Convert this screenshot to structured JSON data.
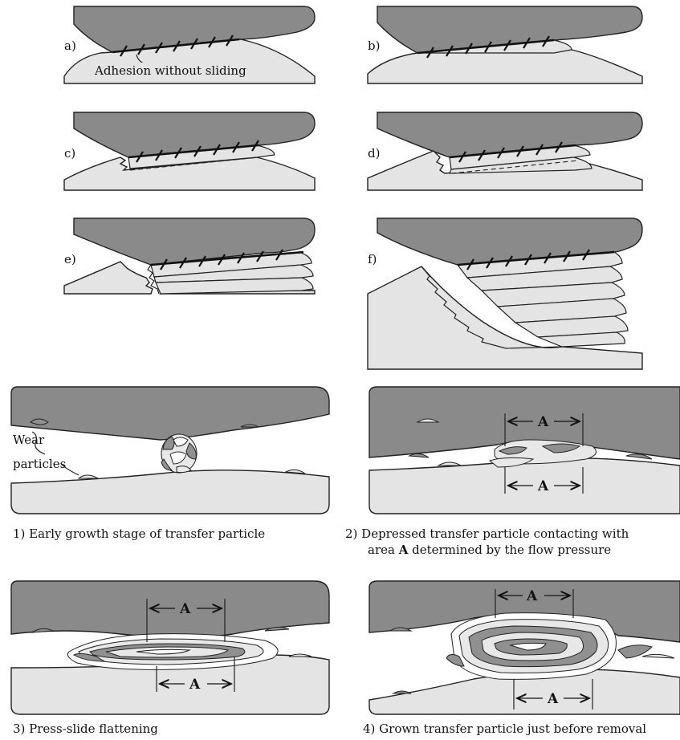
{
  "panel_letters": {
    "a": "a)",
    "b": "b)",
    "c": "c)",
    "d": "d)",
    "e": "e)",
    "f": "f)"
  },
  "annotations": {
    "adhesion": "Adhesion without sliding",
    "wear": "Wear",
    "particles": "particles"
  },
  "area_mark": "A",
  "captions": {
    "c1": "1)  Early growth stage of transfer particle",
    "c2_line1": "2)  Depressed transfer particle contacting with",
    "c2_line2_pre": "area ",
    "c2_line2_bold": "A",
    "c2_line2_post": " determined by the flow pressure",
    "c3": "3)  Press-slide flattening",
    "c4": "4)  Grown transfer particle just before removal"
  },
  "colors": {
    "upper_body": "#8a8a8a",
    "lower_body": "#e4e4e4",
    "outline": "#222222"
  }
}
